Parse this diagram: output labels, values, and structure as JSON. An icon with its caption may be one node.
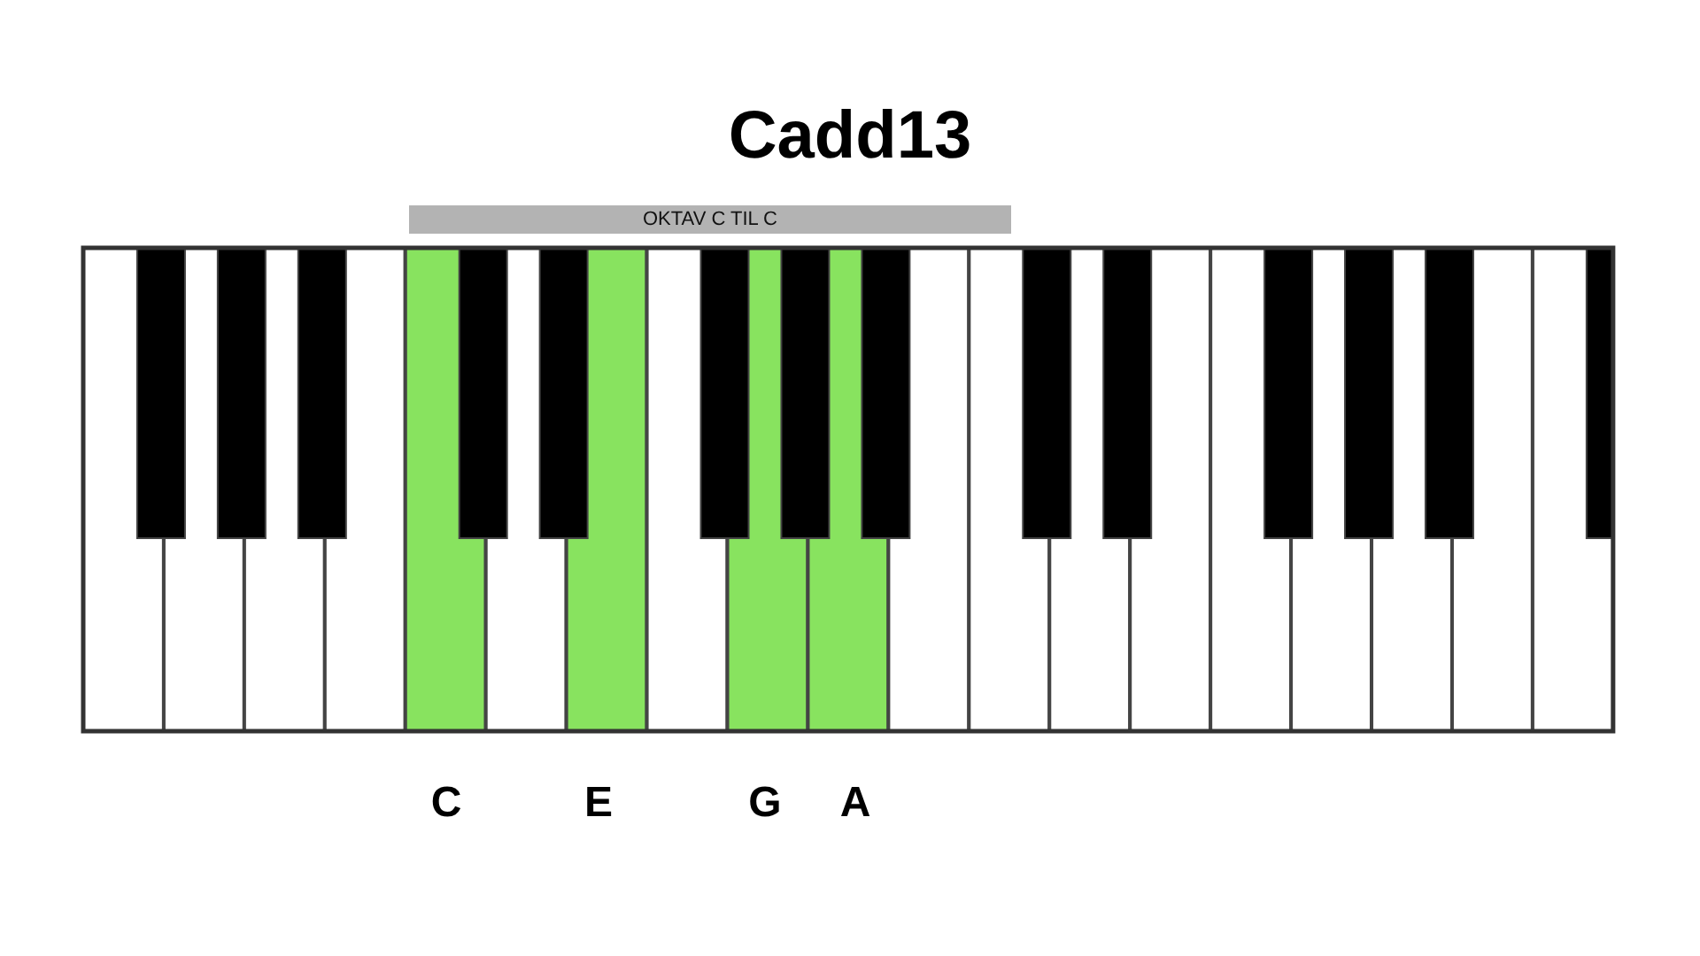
{
  "diagram": {
    "title": "Cadd13",
    "nodes": [
      {
        "text": [
          "OKTAV C TIL C"
        ]
      }
    ],
    "labels": [
      "C",
      "E",
      "G",
      "A"
    ]
  }
}
